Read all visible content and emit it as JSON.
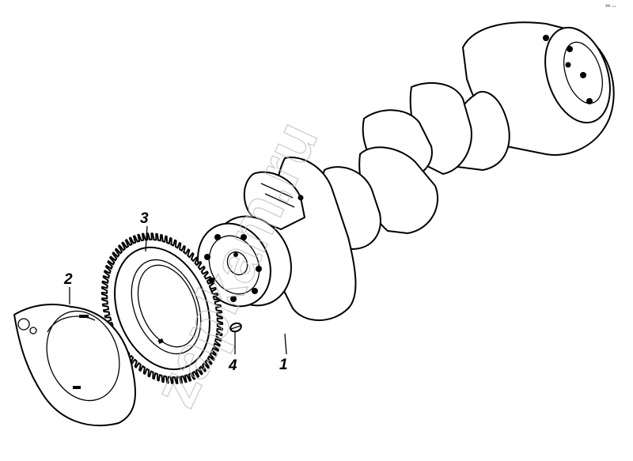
{
  "diagram": {
    "callouts": [
      {
        "id": "1",
        "label": "1",
        "part": "crankshaft"
      },
      {
        "id": "2",
        "label": "2",
        "part": "counterweight"
      },
      {
        "id": "3",
        "label": "3",
        "part": "ring-gear"
      },
      {
        "id": "4",
        "label": "4",
        "part": "key"
      }
    ],
    "watermark": "zapkam.ru",
    "corner_code": "³³³ ◦◦◦"
  },
  "colors": {
    "line": "#000000",
    "background": "#ffffff",
    "watermark": "#bdbdbd"
  }
}
